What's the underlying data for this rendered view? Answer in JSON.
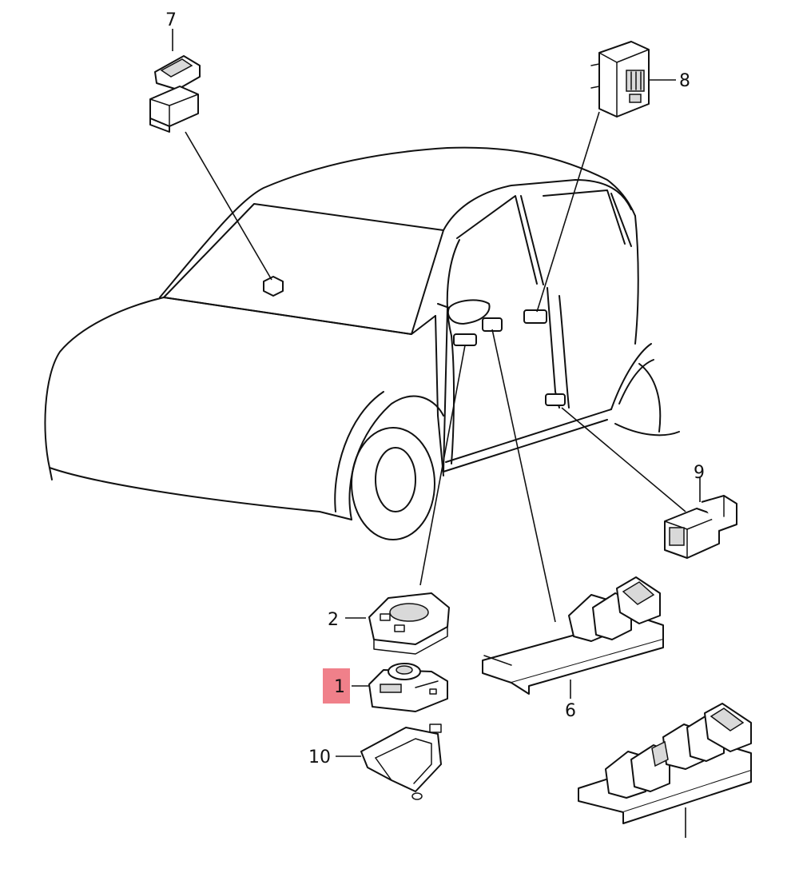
{
  "diagram": {
    "highlight_color": "#f0808a",
    "highlighted_callout": "1",
    "callouts": [
      {
        "id": "c1",
        "label": "1"
      },
      {
        "id": "c2",
        "label": "2"
      },
      {
        "id": "c6",
        "label": "6"
      },
      {
        "id": "c7",
        "label": "7"
      },
      {
        "id": "c8",
        "label": "8"
      },
      {
        "id": "c9",
        "label": "9"
      },
      {
        "id": "c10",
        "label": "10"
      }
    ]
  }
}
